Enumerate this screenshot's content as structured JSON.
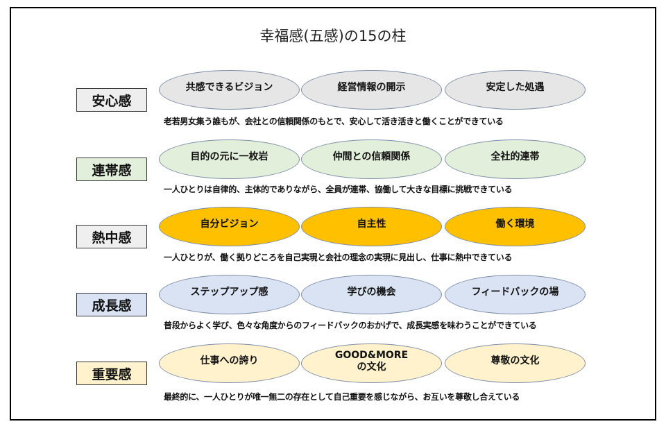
{
  "title": "幸福感(五感)の15の柱",
  "rows": [
    {
      "label": "安心感",
      "color": "#e7e6e6",
      "label_color": "#eeeeee",
      "pillars": [
        "共感できるビジョン",
        "経営情報の開示",
        "安定した処遇"
      ],
      "description": "老若男女集う誰もが、会社との信頼関係のもとで、安心して活き活きと働くことができている"
    },
    {
      "label": "連帯感",
      "color": "#e2efda",
      "label_color": "#e2efda",
      "pillars": [
        "目的の元に一枚岩",
        "仲間との信頼関係",
        "全社的連帯"
      ],
      "description": "一人ひとりは自律的、主体的でありながら、全員が連帯、協働して大きな目標に挑戦できている"
    },
    {
      "label": "熱中感",
      "color": "#ffc000",
      "label_color": "#efefef",
      "pillars": [
        "自分ビジョン",
        "自主性",
        "働く環境"
      ],
      "description": "一人ひとりが、働く拠りどころを自己実現と会社の理念の実現に見出し、仕事に熱中できている"
    },
    {
      "label": "成長感",
      "color": "#dae3f3",
      "label_color": "#dae3f3",
      "pillars": [
        "ステップアップ感",
        "学びの機会",
        "フィードバックの場"
      ],
      "description": "普段からよく学び、色々な角度からのフィードバックのおかげで、成長実感を味わうことができている"
    },
    {
      "label": "重要感",
      "color": "#fff2cc",
      "label_color": "#fff2cc",
      "pillars": [
        "仕事への誇り",
        "GOOD&MORE\nの文化",
        "尊敬の文化"
      ],
      "description": "最終的に、一人ひとりが唯一無二の存在として自己重要を感じながら、お互いを尊敬し合えている"
    }
  ]
}
